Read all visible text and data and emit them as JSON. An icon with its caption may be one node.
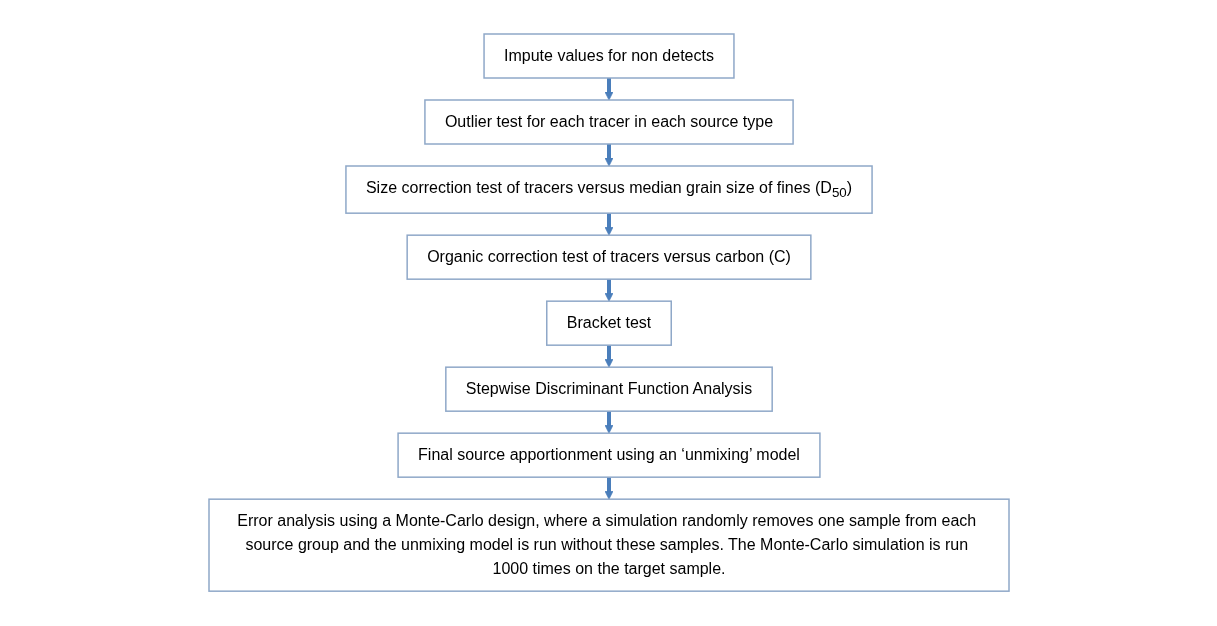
{
  "diagram": {
    "nodes": [
      {
        "text": [
          "Impute values for non detects"
        ]
      },
      {
        "text": [
          "Outlier test for each tracer in each source type"
        ]
      },
      {
        "text": [
          "Size correction test of tracers versus median grain size of fines (D$_{50}$)"
        ]
      },
      {
        "text": [
          "Organic correction test of tracers versus carbon (C)"
        ]
      },
      {
        "text": [
          "Bracket test"
        ]
      },
      {
        "text": [
          "Stepwise Discriminant Function Analysis"
        ]
      },
      {
        "text": [
          "Final source apportionment using an ‘unmixing’ model"
        ]
      },
      {
        "text": [
          "Error analysis using a Monte-Carlo design, where a simulation randomly removes one sample from each source group and the unmixing model is run without these samples. The Monte-Carlo simulation is run 1000 times on the target sample."
        ]
      }
    ],
    "edges": [
      {
        "from": 0,
        "to": 1,
        "arrow": "to"
      },
      {
        "from": 1,
        "to": 2,
        "arrow": "to"
      },
      {
        "from": 2,
        "to": 3,
        "arrow": "to"
      },
      {
        "from": 3,
        "to": 4,
        "arrow": "to"
      },
      {
        "from": 4,
        "to": 5,
        "arrow": "to"
      },
      {
        "from": 5,
        "to": 6,
        "arrow": "to"
      },
      {
        "from": 6,
        "to": 7,
        "arrow": "to"
      }
    ]
  }
}
